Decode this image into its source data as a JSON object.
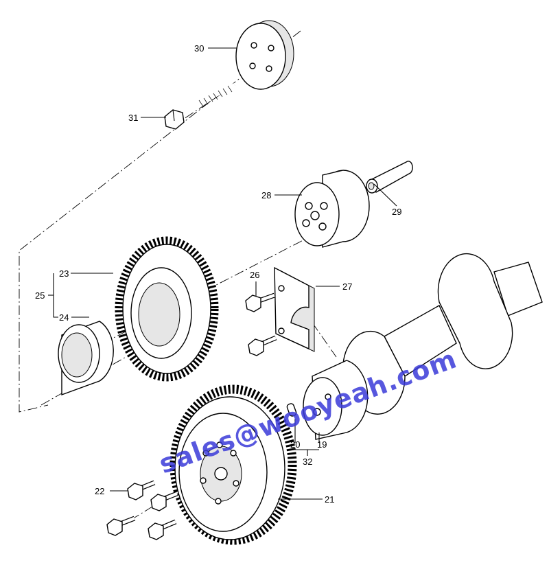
{
  "callouts": {
    "c30": "30",
    "c31": "31",
    "c28": "28",
    "c29": "29",
    "c23": "23",
    "c25": "25",
    "c24": "24",
    "c26": "26",
    "c27": "27",
    "c20": "20",
    "c19": "19",
    "c32": "32",
    "c22": "22",
    "c21": "21"
  },
  "watermark": {
    "text": "sales@wooyeah.com",
    "color": "#3a3ad8"
  }
}
